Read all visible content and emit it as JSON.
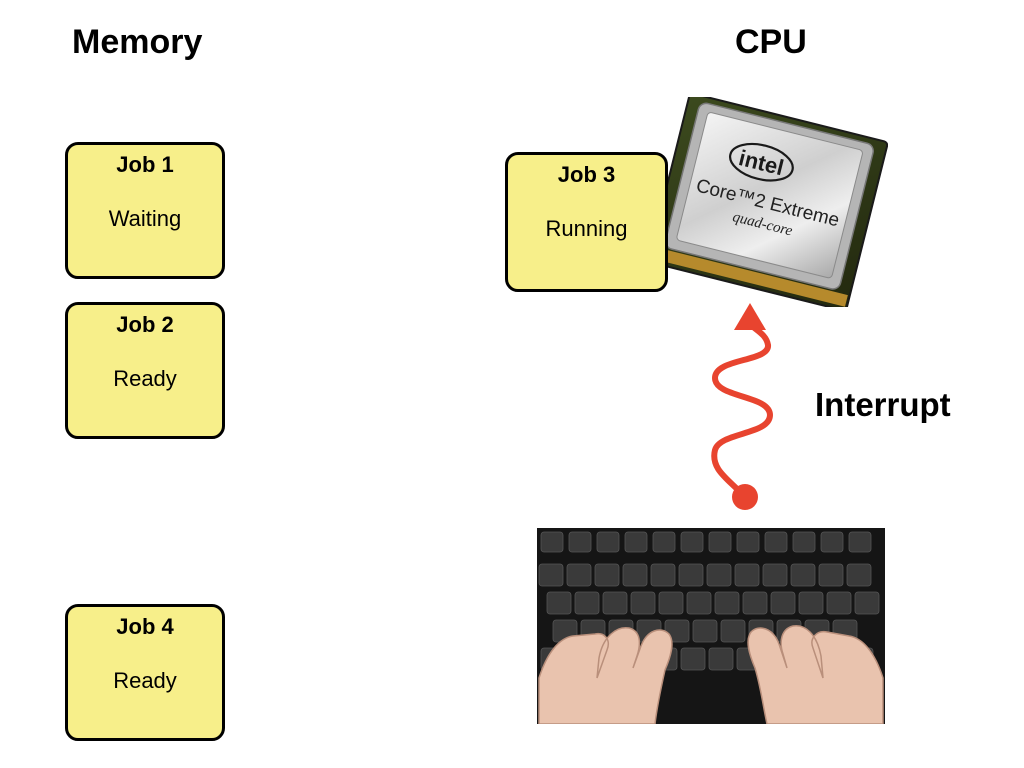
{
  "headings": {
    "memory": "Memory",
    "cpu": "CPU"
  },
  "jobs": [
    {
      "title": "Job 1",
      "state": "Waiting"
    },
    {
      "title": "Job 2",
      "state": "Ready"
    },
    {
      "title": "Job 3",
      "state": "Running"
    },
    {
      "title": "Job 4",
      "state": "Ready"
    }
  ],
  "interrupt": {
    "label": "Interrupt",
    "color": "#e8442f"
  },
  "cpu_chip": {
    "brand": "intel",
    "model": "Core™2 Extreme",
    "subtitle": "quad-core"
  },
  "colors": {
    "job_fill": "#f7ef8a",
    "job_border": "#000000"
  }
}
